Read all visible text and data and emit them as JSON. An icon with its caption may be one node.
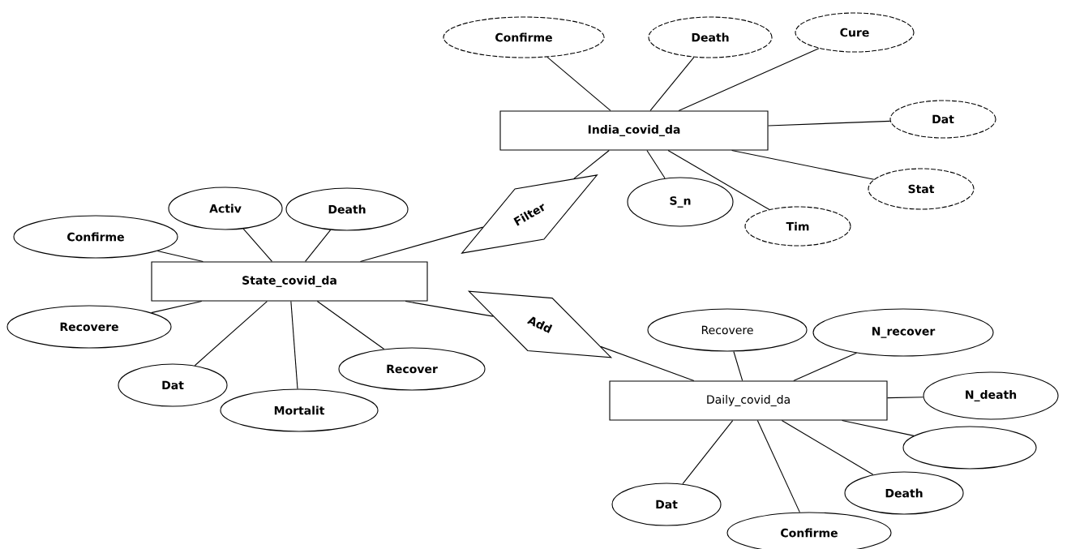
{
  "diagram": {
    "nodes": [
      {
        "text": [
          "India_covid_da"
        ]
      },
      {
        "text": [
          "Confirme"
        ]
      },
      {
        "text": [
          "Death"
        ]
      },
      {
        "text": [
          "Cure"
        ]
      },
      {
        "text": [
          "Dat"
        ]
      },
      {
        "text": [
          "Stat"
        ]
      },
      {
        "text": [
          "S_n"
        ]
      },
      {
        "text": [
          "Tim"
        ]
      },
      {
        "text": [
          "Filter"
        ]
      },
      {
        "text": [
          "State_covid_da"
        ]
      },
      {
        "text": [
          "Confirme"
        ]
      },
      {
        "text": [
          "Activ"
        ]
      },
      {
        "text": [
          "Death"
        ]
      },
      {
        "text": [
          "Recovere"
        ]
      },
      {
        "text": [
          "Dat"
        ]
      },
      {
        "text": [
          "Mortalit"
        ]
      },
      {
        "text": [
          "Recover"
        ]
      },
      {
        "text": [
          "Add"
        ]
      },
      {
        "text": [
          "Daily_covid_da"
        ]
      },
      {
        "text": [
          "Recovere"
        ]
      },
      {
        "text": [
          "N_recover"
        ]
      },
      {
        "text": [
          "N_death"
        ]
      },
      {
        "text": [],
        "shape": "ellipse"
      },
      {
        "text": [
          "Dat"
        ]
      },
      {
        "text": [
          "Confirme"
        ]
      },
      {
        "text": [
          "Death"
        ]
      }
    ],
    "edges": [
      {
        "from": 0,
        "to": 1,
        "arrow": "none"
      },
      {
        "from": 0,
        "to": 2,
        "arrow": "none"
      },
      {
        "from": 0,
        "to": 3,
        "arrow": "none"
      },
      {
        "from": 0,
        "to": 4,
        "arrow": "none"
      },
      {
        "from": 0,
        "to": 5,
        "arrow": "none"
      },
      {
        "from": 0,
        "to": 6,
        "arrow": "none"
      },
      {
        "from": 0,
        "to": 7,
        "arrow": "none"
      },
      {
        "from": 8,
        "to": 0,
        "arrow": "none"
      },
      {
        "from": 9,
        "to": 8,
        "arrow": "none"
      },
      {
        "from": 9,
        "to": 10,
        "arrow": "none"
      },
      {
        "from": 9,
        "to": 11,
        "arrow": "none"
      },
      {
        "from": 9,
        "to": 12,
        "arrow": "none"
      },
      {
        "from": 9,
        "to": 13,
        "arrow": "none"
      },
      {
        "from": 9,
        "to": 14,
        "arrow": "none"
      },
      {
        "from": 9,
        "to": 15,
        "arrow": "none"
      },
      {
        "from": 9,
        "to": 16,
        "arrow": "none"
      },
      {
        "from": 9,
        "to": 17,
        "arrow": "none"
      },
      {
        "from": 17,
        "to": 18,
        "arrow": "none"
      },
      {
        "from": 18,
        "to": 19,
        "arrow": "none"
      },
      {
        "from": 18,
        "to": 20,
        "arrow": "none"
      },
      {
        "from": 18,
        "to": 21,
        "arrow": "none"
      },
      {
        "from": 18,
        "to": 22,
        "arrow": "none"
      },
      {
        "from": 18,
        "to": 23,
        "arrow": "none"
      },
      {
        "from": 18,
        "to": 24,
        "arrow": "none"
      },
      {
        "from": 18,
        "to": 25,
        "arrow": "none"
      }
    ]
  }
}
